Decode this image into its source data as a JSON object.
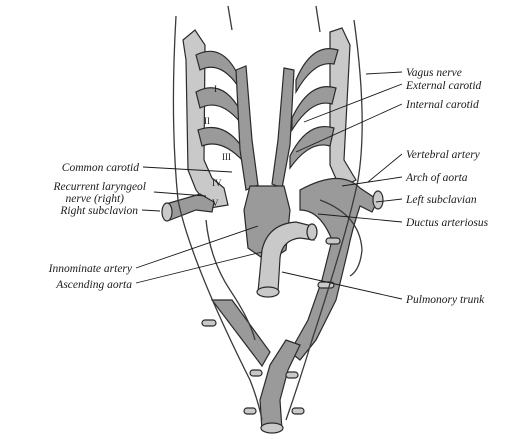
{
  "labels": {
    "vagus_nerve": "Vagus nerve",
    "external_carotid": "External carotid",
    "internal_carotid": "Internal carotid",
    "vertebral_artery": "Vertebral artery",
    "arch_of_aorta": "Arch of aorta",
    "left_subclavian": "Left subclavian",
    "ductus_arteriosus": "Ductus arteriosus",
    "pulmonary_trunk": "Pulmonory trunk",
    "common_carotid": "Common carotid",
    "recurrent_laryngeal_1": "Recurrent laryngeol",
    "recurrent_laryngeal_2": "nerve (right)",
    "right_subclavian": "Right subclavion",
    "innominate_artery": "Innominate artery",
    "ascending_aorta": "Ascending aorta"
  },
  "arch_numerals": {
    "i": "I",
    "ii": "II",
    "iii": "III",
    "iv": "IV",
    "v": "V"
  }
}
